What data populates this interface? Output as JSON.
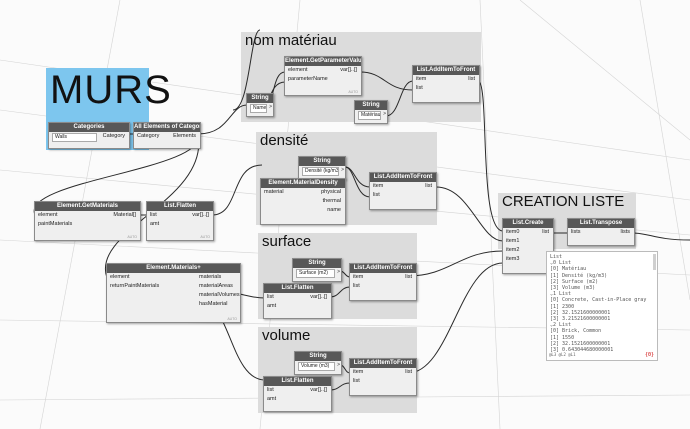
{
  "groups": {
    "murs": "MURS",
    "nom_materiau": "nom matériau",
    "densite": "densité",
    "surface": "surface",
    "volume": "volume",
    "creation_liste": "CREATION LISTE"
  },
  "nodes": {
    "categories": {
      "title": "Categories",
      "value": "Walls",
      "out": "Category"
    },
    "all_elements": {
      "title": "All Elements of Category",
      "in": "Category",
      "out": "Elements"
    },
    "get_materials": {
      "title": "Element.GetMaterials",
      "in1": "element",
      "in2": "paintMaterials",
      "out": "Material[]"
    },
    "flatten1": {
      "title": "List.Flatten",
      "in1": "list",
      "in2": "amt",
      "out": "var[]..[]"
    },
    "string_name": {
      "title": "String",
      "value": "Name"
    },
    "get_param": {
      "title": "Element.GetParameterValueByName",
      "in1": "element",
      "in2": "parameterName",
      "out": "var[]..[]"
    },
    "string_materiau": {
      "title": "String",
      "value": "Matériau"
    },
    "add_front1": {
      "title": "List.AddItemToFront",
      "in1": "item",
      "in2": "list",
      "out": "list"
    },
    "string_densite": {
      "title": "String",
      "value": "Densité (kg/m3)"
    },
    "material_density": {
      "title": "Element.MaterialDensity",
      "in": "material",
      "out1": "physical",
      "out2": "thermal",
      "out3": "name"
    },
    "add_front2": {
      "title": "List.AddItemToFront",
      "in1": "item",
      "in2": "list",
      "out": "list"
    },
    "materials_plus": {
      "title": "Element.Materials+",
      "in1": "element",
      "in2": "returnPaintMaterials",
      "out1": "materials",
      "out2": "materialAreas",
      "out3": "materialVolumes",
      "out4": "hasMaterial"
    },
    "string_surface": {
      "title": "String",
      "value": "Surface (m2)"
    },
    "flatten2": {
      "title": "List.Flatten",
      "in1": "list",
      "in2": "amt",
      "out": "var[]..[]"
    },
    "add_front3": {
      "title": "List.AddItemToFront",
      "in1": "item",
      "in2": "list",
      "out": "list"
    },
    "string_volume": {
      "title": "String",
      "value": "Volume (m3)"
    },
    "flatten3": {
      "title": "List.Flatten",
      "in1": "list",
      "in2": "amt",
      "out": "var[]..[]"
    },
    "add_front4": {
      "title": "List.AddItemToFront",
      "in1": "item",
      "in2": "list",
      "out": "list"
    },
    "list_create": {
      "title": "List.Create",
      "in0": "item0",
      "in1": "item1",
      "in2": "item2",
      "in3": "item3",
      "out": "list"
    },
    "transpose": {
      "title": "List.Transpose",
      "in": "lists",
      "out": "lists"
    }
  },
  "node_footer": "AUTO",
  "watch": {
    "lines": [
      "List",
      "  ⌄0 List",
      "    [0] Matériau",
      "    [1] Densité (kg/m3)",
      "    [2] Surface (m2)",
      "    [3] Volume (m3)",
      "  ⌄1 List",
      "    [0] Concrete, Cast-in-Place gray",
      "    [1] 2300",
      "    [2] 32.1521600000001",
      "    [3] 3.21521600000001",
      "  ⌄2 List",
      "    [0] Brick, Common",
      "    [1] 1550",
      "    [2] 32.1521600000001",
      "    [3] 0.643044680000001"
    ],
    "footer": "@L3 @L2 @L1",
    "count": "{0}"
  },
  "colors": {
    "canvas": "#fbfbfb",
    "group": "#dcdcdc",
    "murs_group": "#7dc6ee",
    "node_header": "#585858",
    "wire": "#2a2a2a"
  }
}
